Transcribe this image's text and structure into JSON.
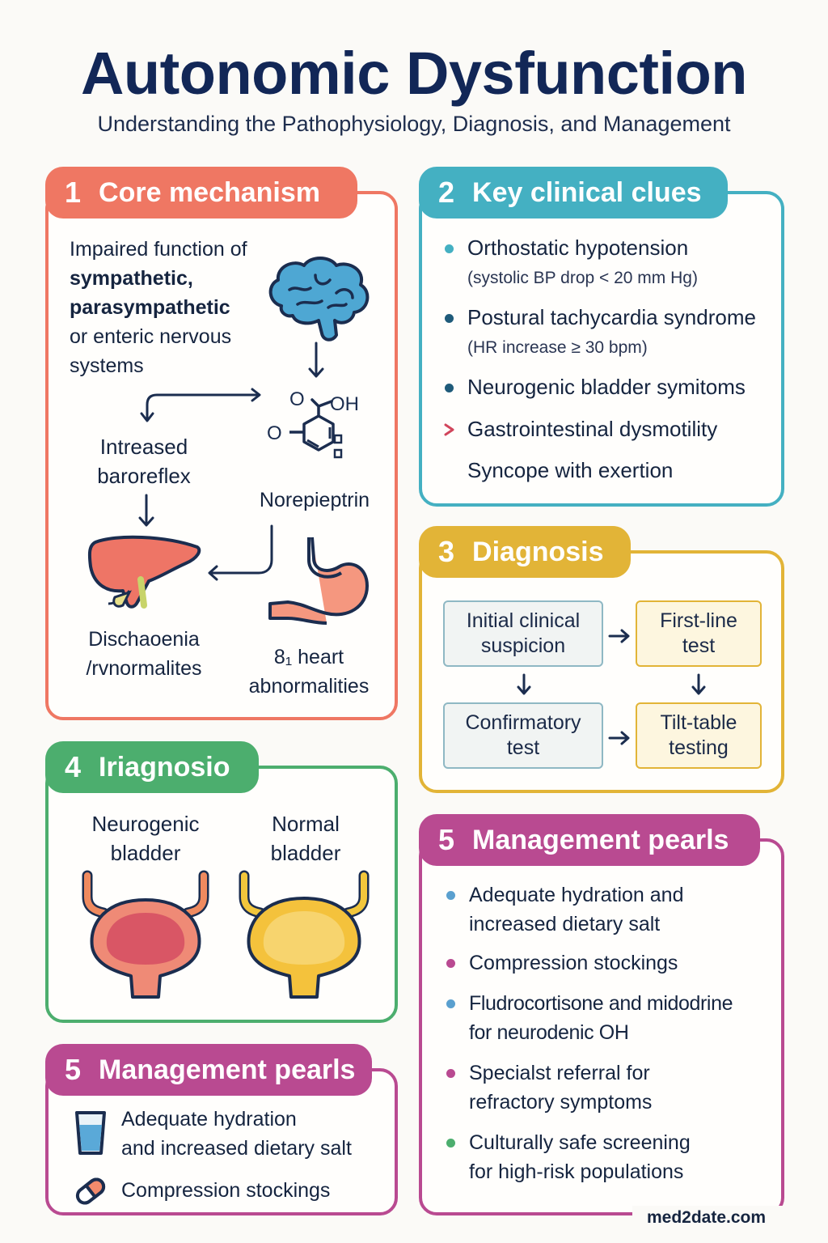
{
  "header": {
    "title": "Autonomic Dysfunction",
    "subtitle": "Understanding the Pathophysiology, Diagnosis, and Management"
  },
  "colors": {
    "core": "#ef7763",
    "clues": "#44b0c2",
    "diagnosis": "#e2b437",
    "bladder": "#4cae6e",
    "management": "#b94a91"
  },
  "section1": {
    "number": "1",
    "title": "Core mechanism",
    "intro_line1": "Impaired function of",
    "intro_line2": "sympathetic,",
    "intro_line3": "parasympathetic",
    "intro_line4": "or enteric nervous",
    "intro_line5": "systems",
    "molecule_label1": "O",
    "molecule_label2": "OH",
    "molecule_label3": "O",
    "baroreflex_line1": "Intreased",
    "baroreflex_line2": "baroreflex",
    "norepinephrine": "Norepieptrin",
    "liver_line1": "Dischaoenia",
    "liver_line2": "/rvnormalites",
    "heart_line1": "8₁ heart",
    "heart_line2": "abnormalities",
    "icons": [
      "brain-icon",
      "molecule-icon",
      "liver-icon",
      "stomach-icon"
    ]
  },
  "section2": {
    "number": "2",
    "title": "Key clinical clues",
    "items": [
      {
        "main": "Orthostatic hypotension",
        "sub": "(systolic BP drop < 20 mm Hg)"
      },
      {
        "main": "Postural tachycardia syndrome",
        "sub": "(HR increase ≥ 30 bpm)"
      },
      {
        "main": "Neurogenic bladder symitoms",
        "sub": ""
      },
      {
        "main": "Gastrointestinal dysmotility",
        "sub": ""
      },
      {
        "main": "Syncope with exertion",
        "sub": ""
      }
    ]
  },
  "section3": {
    "number": "3",
    "title": "Diagnosis",
    "boxes": {
      "initial_line1": "Initial clinical",
      "initial_line2": "suspicion",
      "firstline_line1": "First-line",
      "firstline_line2": "test",
      "confirm_line1": "Confirmatory",
      "confirm_line2": "test",
      "tilt_line1": "Tilt-table",
      "tilt_line2": "testing"
    }
  },
  "section4": {
    "number": "4",
    "title": "Iriagnosio",
    "neuro_line1": "Neurogenic",
    "neuro_line2": "bladder",
    "normal_line1": "Normal",
    "normal_line2": "bladder",
    "icons": [
      "neurogenic-bladder-icon",
      "normal-bladder-icon"
    ]
  },
  "section5a": {
    "number": "5",
    "title": "Management pearls",
    "items": [
      {
        "line1": "Adequate hydration",
        "line2": "and increased dietary salt",
        "icon": "water-glass-icon"
      },
      {
        "line1": "Compression stockings",
        "line2": "",
        "icon": "pill-icon"
      }
    ]
  },
  "section5b": {
    "number": "5",
    "title": "Management pearls",
    "items": [
      {
        "line1": "Adequate hydration and",
        "line2": "increased dietary salt"
      },
      {
        "line1": "Compression stockings",
        "line2": ""
      },
      {
        "line1": "Fludrocortisone and midodrine",
        "line2": "for neurodenic OH"
      },
      {
        "line1": "Specialst referral for",
        "line2": "refractory symptoms"
      },
      {
        "line1": "Culturally safe screening",
        "line2": "for high-risk populations"
      }
    ]
  },
  "footer": {
    "source": "med2date.com"
  }
}
